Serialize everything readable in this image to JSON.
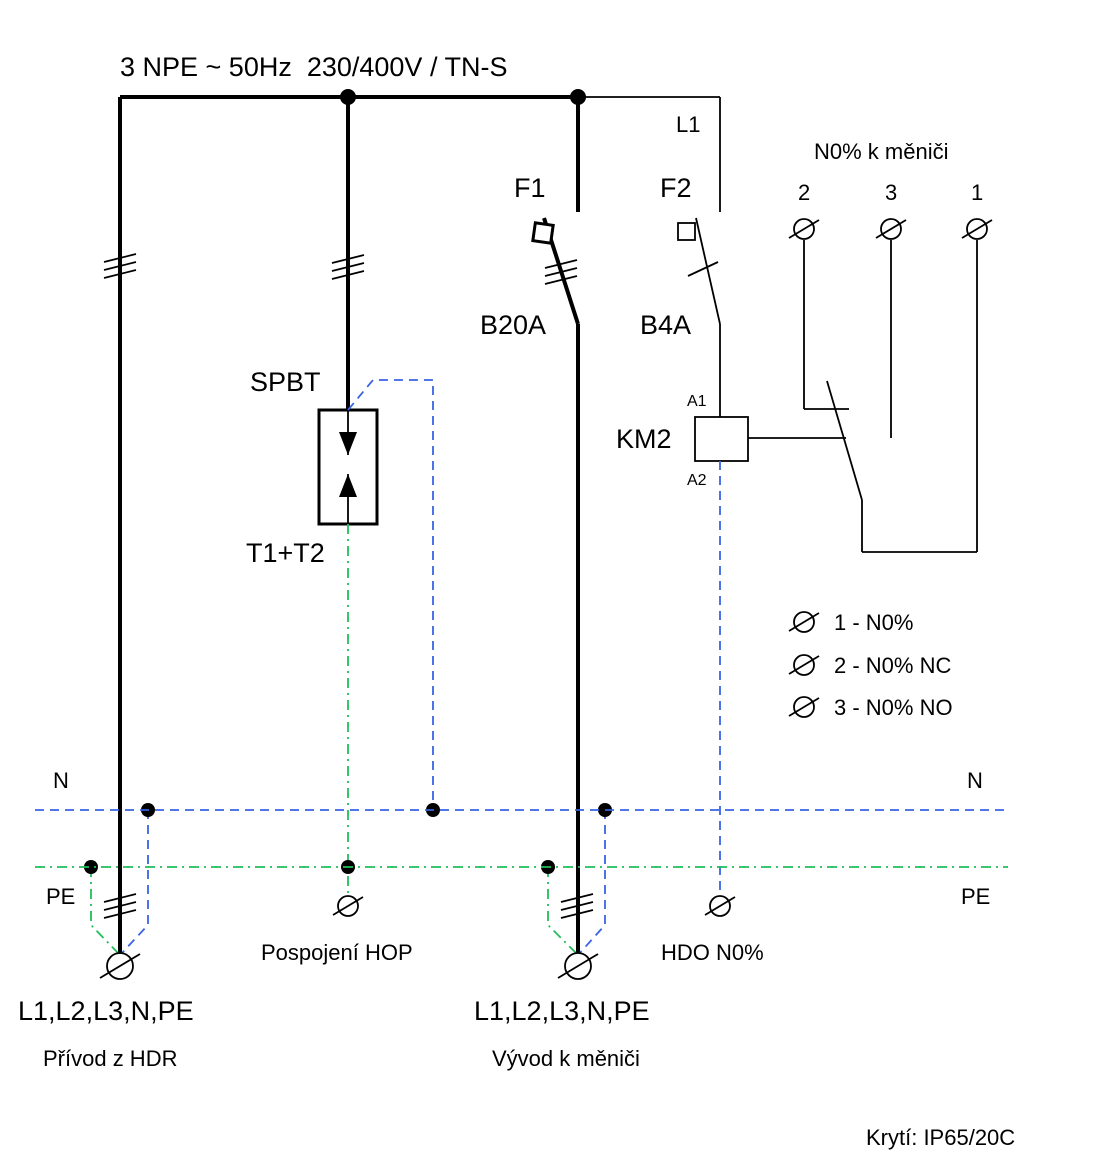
{
  "supply_label": "3 NPE ~ 50Hz  230/400V / TN-S",
  "l1_label": "L1",
  "f1": {
    "name": "F1",
    "rating": "B20A"
  },
  "f2": {
    "name": "F2",
    "rating": "B4A"
  },
  "spd": {
    "name": "SPBT",
    "type": "T1+T2"
  },
  "relay": {
    "name": "KM2",
    "a1": "A1",
    "a2": "A2"
  },
  "hdo_terminals": {
    "title": "N0% k měniči",
    "t2": "2",
    "t3": "3",
    "t1": "1"
  },
  "legend": [
    {
      "text": "1 - N0%"
    },
    {
      "text": "2 - N0% NC"
    },
    {
      "text": "3 - N0% NO"
    }
  ],
  "bus": {
    "n_left": "N",
    "n_right": "N",
    "pe_left": "PE",
    "pe_right": "PE"
  },
  "incoming": {
    "conductors": "L1,L2,L3,N,PE",
    "caption": "Přívod z HDR"
  },
  "bonding": {
    "caption": "Pospojení HOP"
  },
  "outgoing": {
    "conductors": "L1,L2,L3,N,PE",
    "caption": "Vývod k měniči"
  },
  "hdo": {
    "caption": "HDO N0%"
  },
  "enclosure": "Krytí: IP65/20C",
  "colors": {
    "neutral": "#3a63e6",
    "protective_earth": "#1fbf5a",
    "conductor": "#000000"
  }
}
